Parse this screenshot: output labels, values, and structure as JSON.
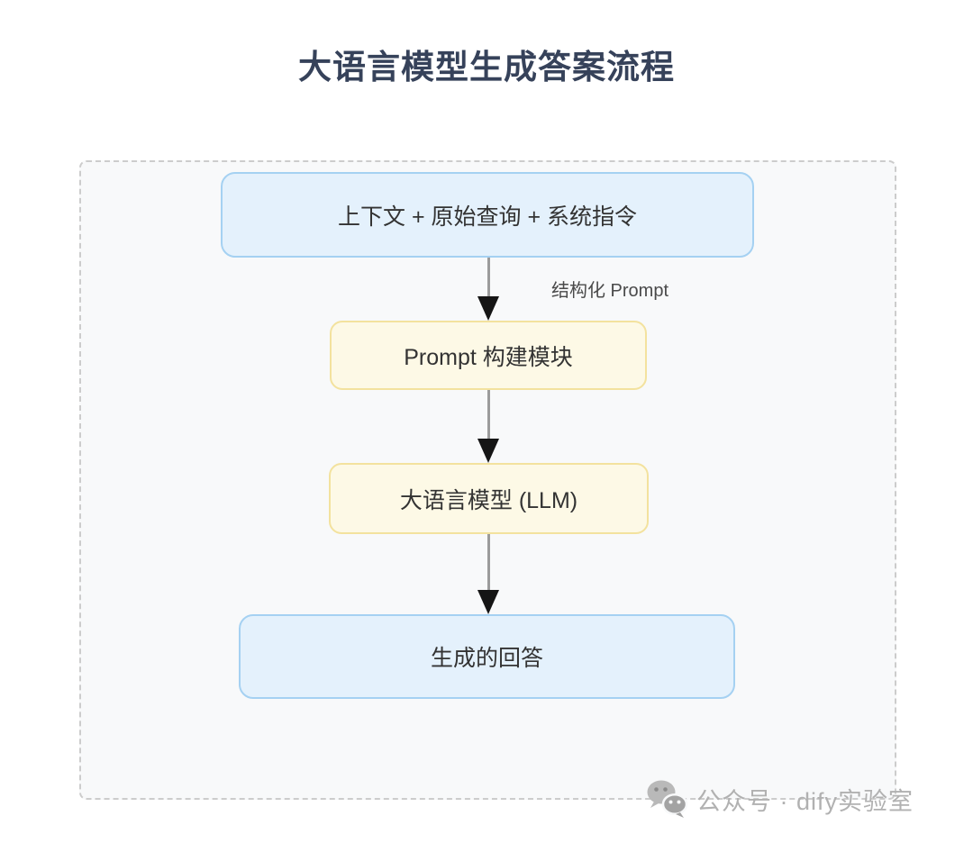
{
  "title": "大语言模型生成答案流程",
  "flow": {
    "nodes": [
      {
        "id": "context-input",
        "label": "上下文 + 原始查询 + 系统指令",
        "style": "blue"
      },
      {
        "id": "prompt-builder",
        "label": "Prompt 构建模块",
        "style": "yellow"
      },
      {
        "id": "llm",
        "label": "大语言模型 (LLM)",
        "style": "yellow"
      },
      {
        "id": "generated-answer",
        "label": "生成的回答",
        "style": "blue"
      }
    ],
    "edges": [
      {
        "from": "context-input",
        "to": "prompt-builder",
        "label": "结构化 Prompt"
      },
      {
        "from": "prompt-builder",
        "to": "llm",
        "label": ""
      },
      {
        "from": "llm",
        "to": "generated-answer",
        "label": ""
      }
    ]
  },
  "watermark": {
    "icon": "wechat-icon",
    "text": "公众号 · dify实验室"
  },
  "colors": {
    "title_text": "#36425a",
    "node_blue_fill": "#e4f1fc",
    "node_blue_border": "#a5d1f2",
    "node_yellow_fill": "#fdf9e6",
    "node_yellow_border": "#f3e29e",
    "node_text": "#333333",
    "edge_label_text": "#4a4a4a",
    "arrow_line": "#9b9b9b",
    "arrow_head": "#151515",
    "panel_border": "#cccccc",
    "panel_fill": "#f8f9fa",
    "watermark_text": "#b1b1b1",
    "watermark_icon": "#a9a9a9"
  }
}
